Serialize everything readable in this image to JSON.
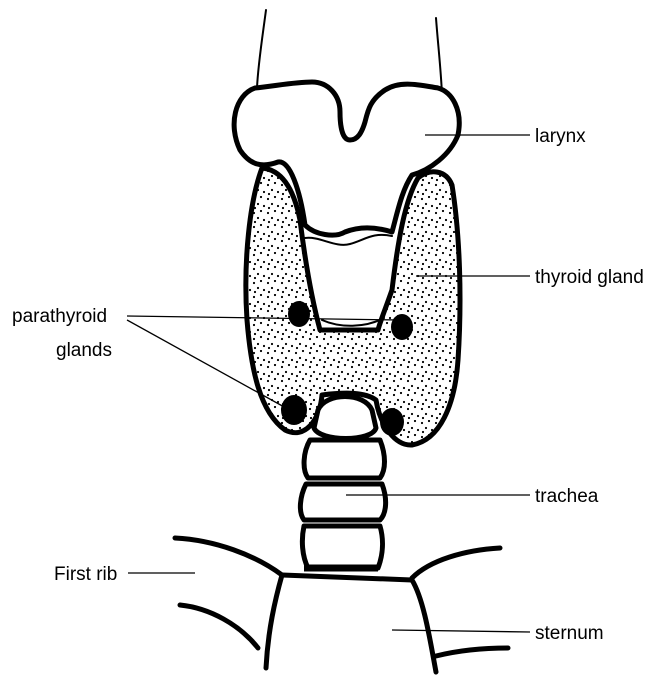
{
  "labels": {
    "larynx": "larynx",
    "thyroid_gland": "thyroid gland",
    "parathyroid_line1": "parathyroid",
    "parathyroid_line2": "glands",
    "trachea": "trachea",
    "first_rib": "First rib",
    "sternum": "sternum"
  },
  "colors": {
    "ink": "#000000",
    "background": "#ffffff"
  }
}
